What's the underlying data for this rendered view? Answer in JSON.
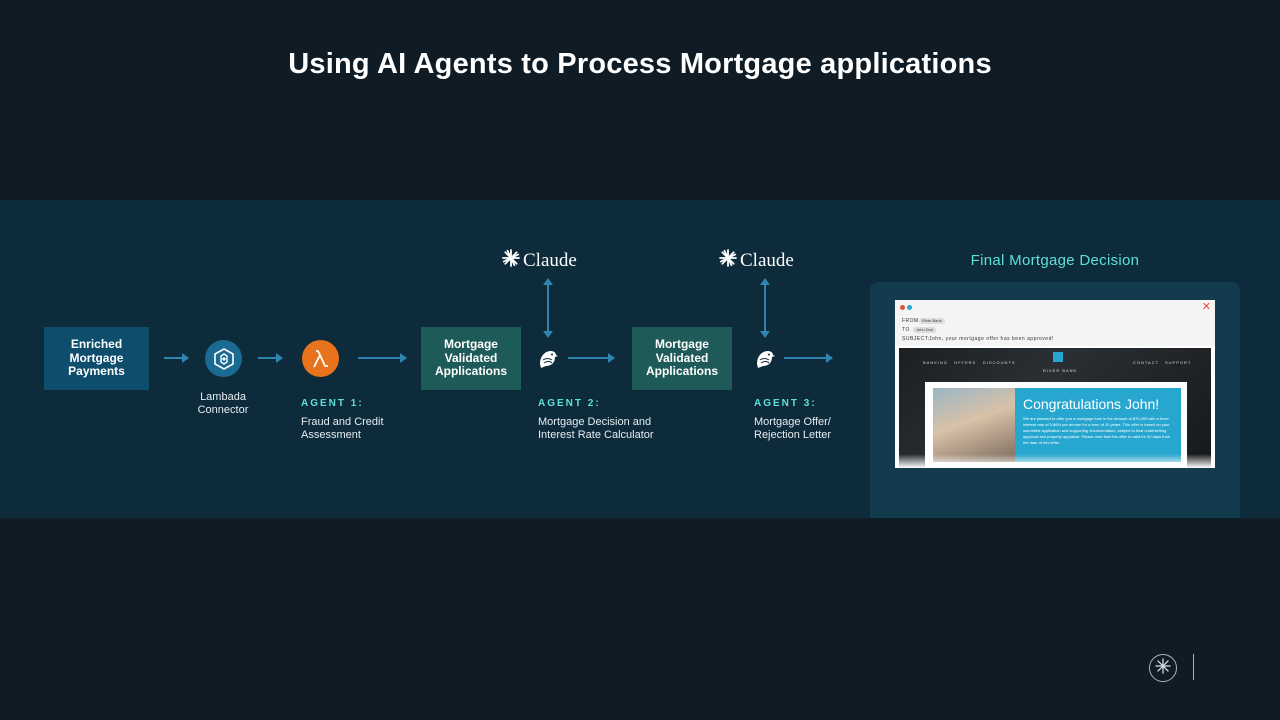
{
  "slide": {
    "title": "Using AI Agents to Process Mortgage applications"
  },
  "diagram": {
    "nodes": {
      "enriched": "Enriched\nMortgage\nPayments",
      "lambda_label": "Lambada\nConnector",
      "validated_1": "Mortgage\nValidated\nApplications",
      "validated_2": "Mortgage\nValidated\nApplications"
    },
    "agents": [
      {
        "tag": "AGENT 1:",
        "desc": "Fraud and Credit\nAssessment"
      },
      {
        "tag": "AGENT 2:",
        "desc": "Mortgage Decision and\nInterest Rate Calculator"
      },
      {
        "tag": "AGENT 3:",
        "desc": "Mortgage Offer/\nRejection Letter"
      }
    ],
    "claude_label": "Claude",
    "final_title": "Final Mortgage Decision"
  },
  "email": {
    "from_label": "FROM",
    "from_value": "River Bank",
    "to_label": "TO",
    "to_value": "John Doe",
    "subject_label": "SUBJECT:",
    "subject": "John, your mortgage offer has been approved!",
    "nav": [
      "BANKING",
      "OFFERS",
      "DISCOUNTS"
    ],
    "nav_right": [
      "CONTACT",
      "SUPPORT"
    ],
    "bank_name": "RIVER BANK",
    "congrats": "Congratulations John!",
    "body": "We are pleased to offer you a mortgage loan in the amount of $76,400 with a fixed interest rate of 3.86% per annum for a term of 30 years. This offer is based on your submitted application and supporting documentation, subject to final underwriting approval and property appraisal. Please note that this offer is valid for 30 days from the date of this letter."
  },
  "colors": {
    "background": "#0f1c26",
    "band": "#0d2b3a",
    "blue_box": "#0f4d6c",
    "green_box": "#1e5b58",
    "arrow": "#2e86b0",
    "accent": "#5fe0d6",
    "lambda_orange": "#e8731d"
  },
  "icons": {
    "connector": "hexagon-connector-icon",
    "lambda": "aws-lambda-icon",
    "agent": "bird-agent-icon",
    "claude": "claude-starburst-icon",
    "logo": "anthropic-starburst-icon"
  }
}
